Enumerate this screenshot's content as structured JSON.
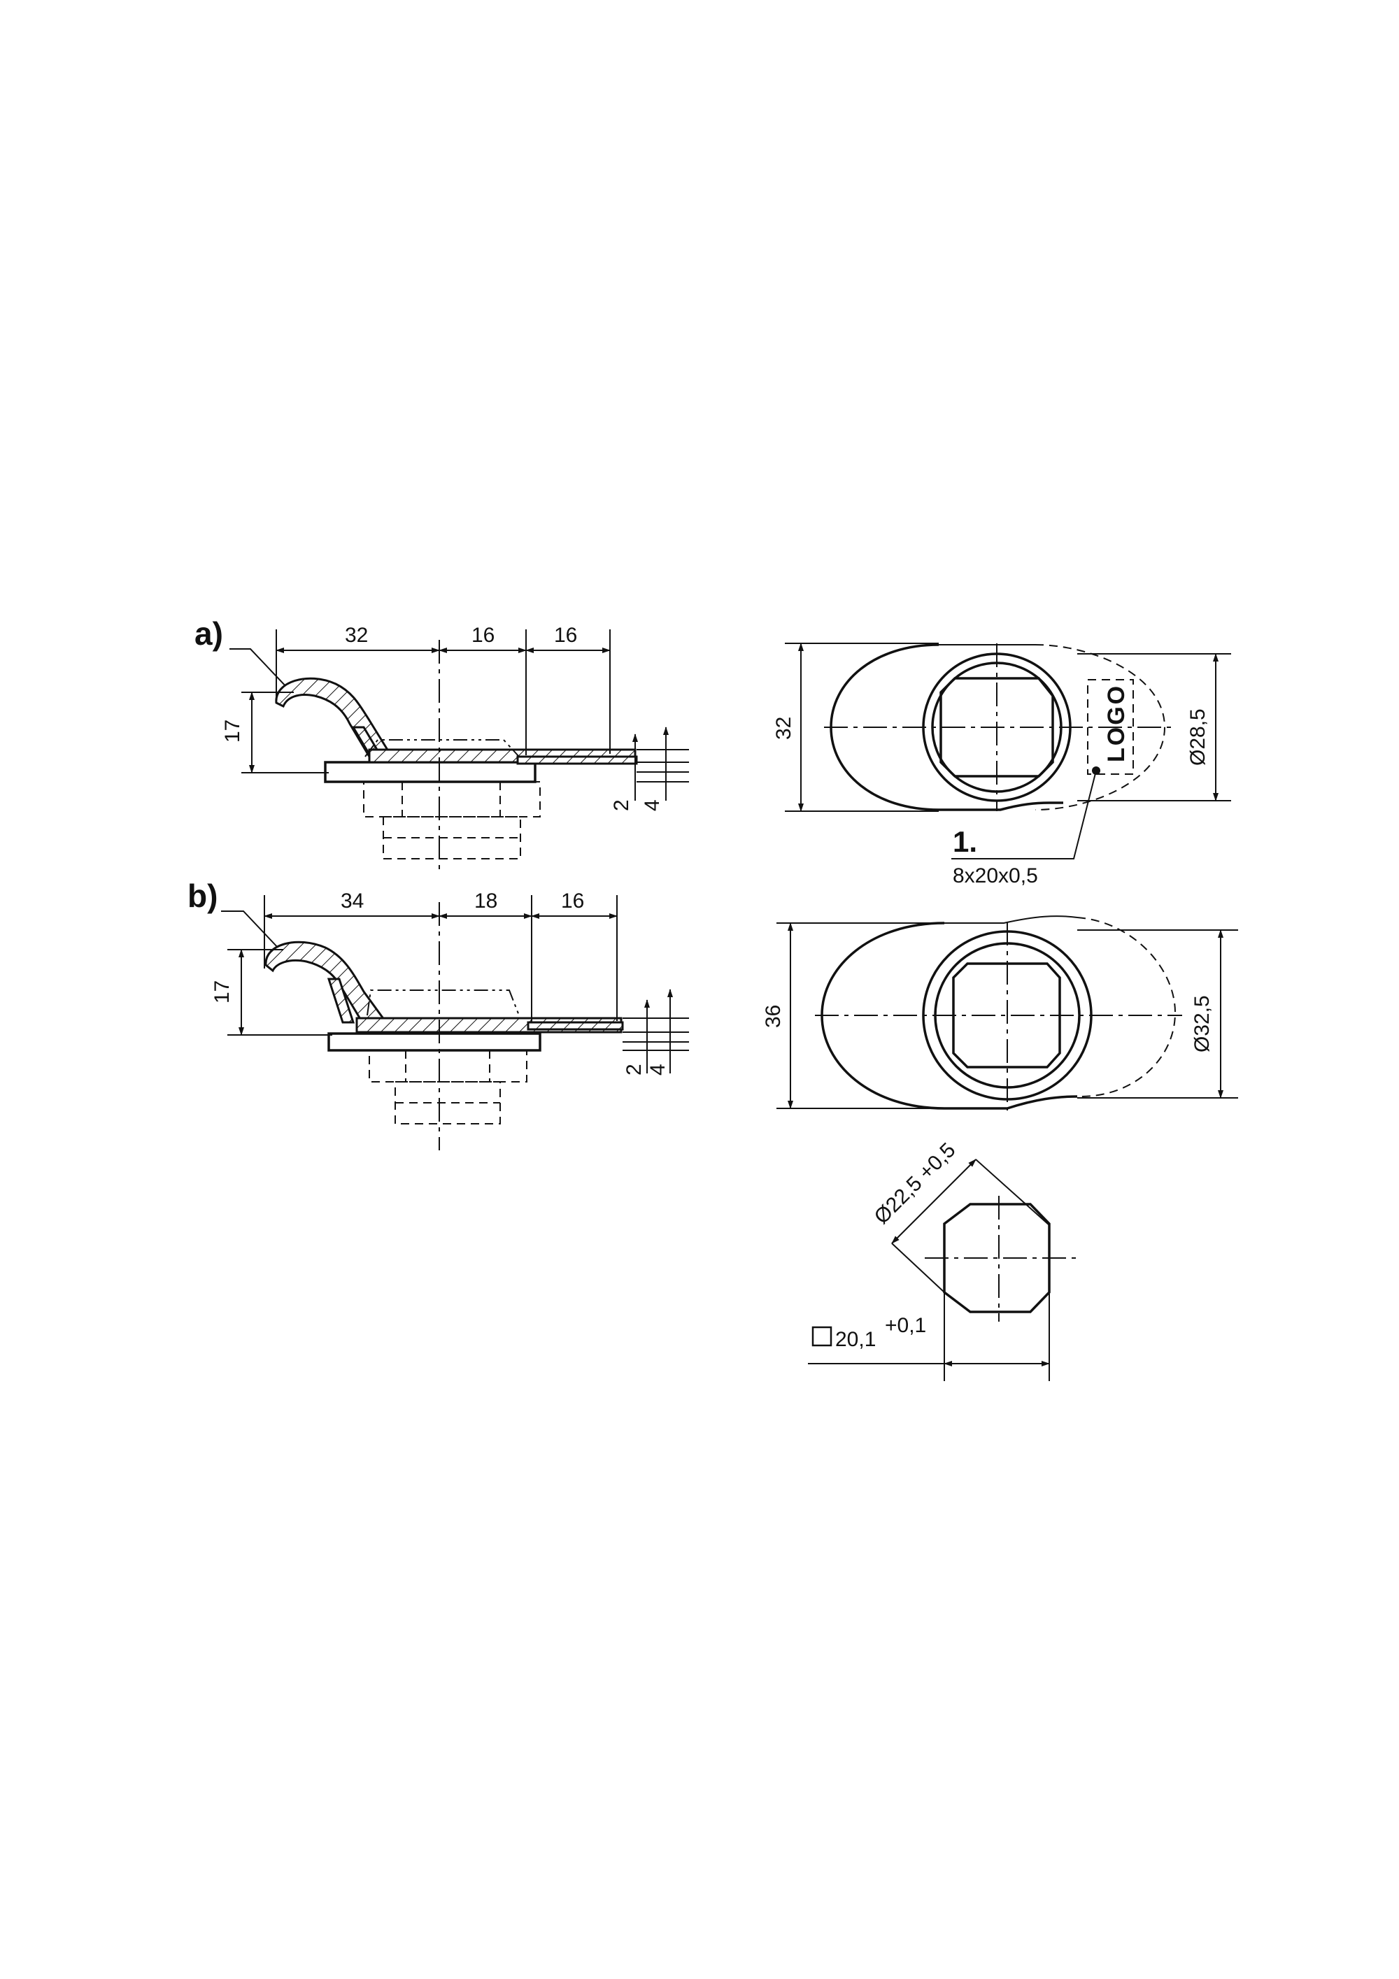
{
  "views": {
    "a": {
      "label": "a)",
      "dims": {
        "h1": "32",
        "h2": "16",
        "h3": "16",
        "v1": "17",
        "v2": "2",
        "v3": "4"
      }
    },
    "b": {
      "label": "b)",
      "dims": {
        "h1": "34",
        "h2": "18",
        "h3": "16",
        "v1": "17",
        "v2": "2",
        "v3": "4"
      }
    },
    "top_a": {
      "width": "32",
      "diameter": "Ø28,5",
      "logo": "LOGO"
    },
    "top_b": {
      "width": "36",
      "diameter": "Ø32,5"
    },
    "callout": {
      "number": "1.",
      "text": "8x20x0,5"
    },
    "cutout": {
      "diameter": "Ø22,5 +0,5",
      "square": "20,1",
      "square_tol": "+0,1"
    }
  }
}
